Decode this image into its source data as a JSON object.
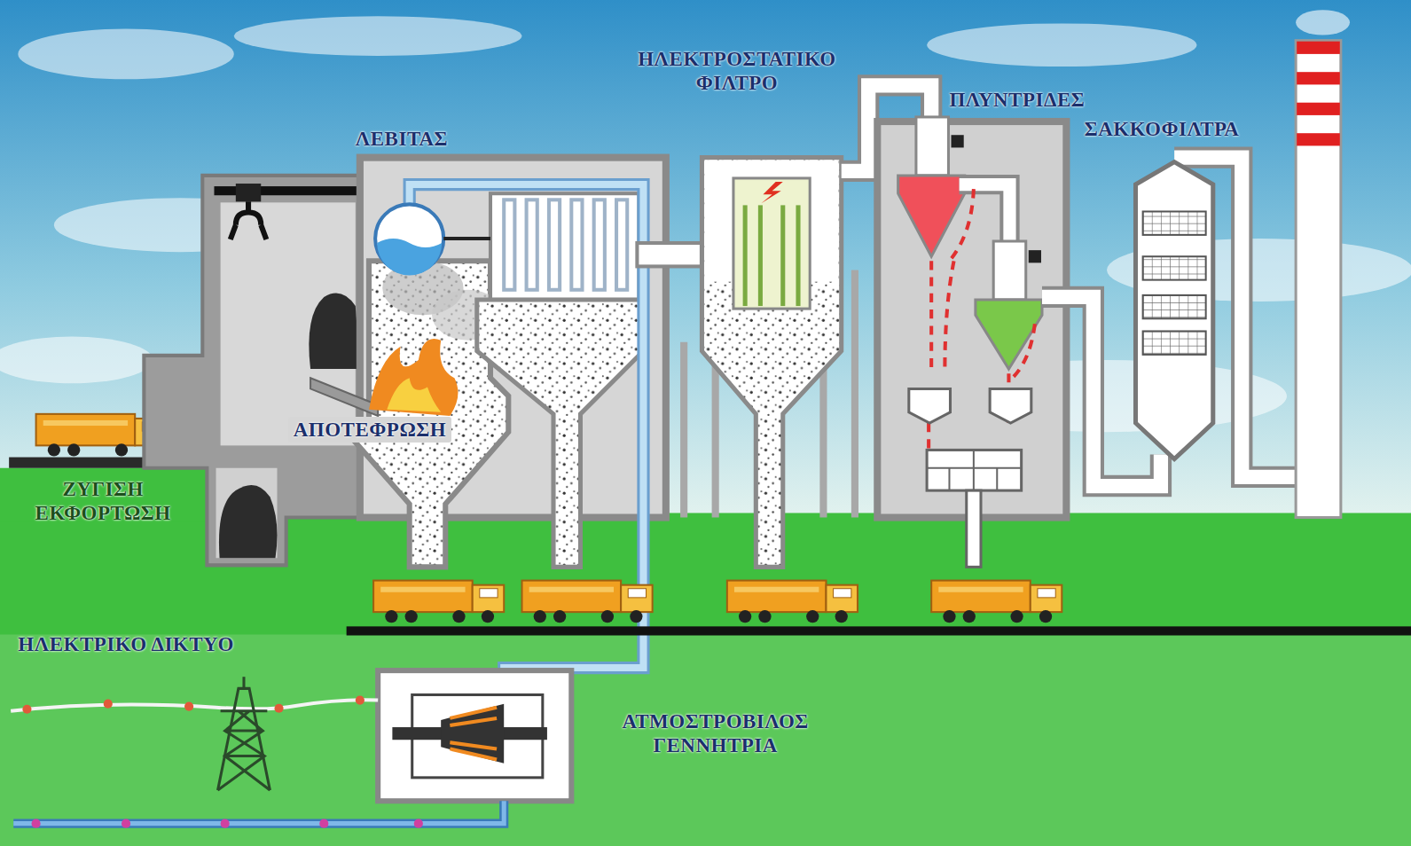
{
  "diagram": {
    "labels": [
      "ΗΛΕΚΤΡΟΣΤΑΤΙΚΟ ΦΙΛΤΡΟ",
      "ΠΛΥΝΤΡΙΔΕΣ",
      "ΣΑΚΚΟΦΙΛΤΡΑ",
      "ΛΕΒΙΤΑΣ",
      "ΑΠΟΤΕΦΡΩΣΗ",
      "ΖΥΓΙΣΗ ΕΚΦΟΡΤΩΣΗ",
      "ΗΛΕΚΤΡΙΚΟ ΔΙΚΤΥΟ",
      "ΑΤΜΟΣΤΡΟΒΙΛΟΣ ΓΕΝΝΗΤΡΙΑ"
    ]
  }
}
